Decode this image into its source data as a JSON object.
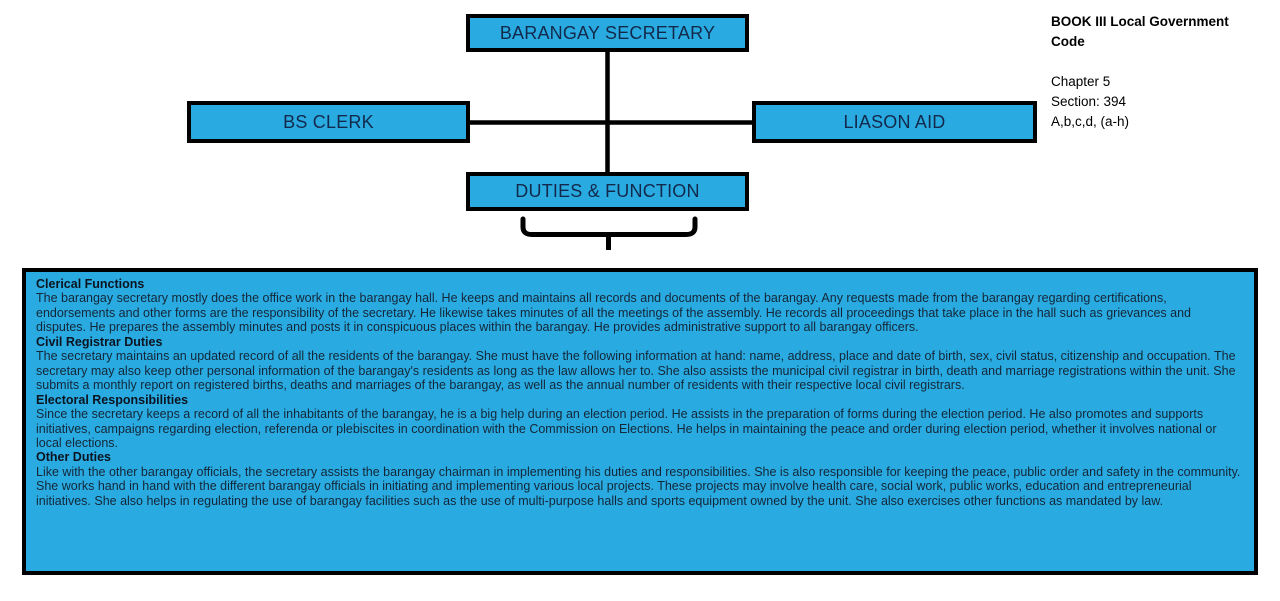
{
  "colors": {
    "box_fill": "#29abe2",
    "box_border": "#000000",
    "node_text": "#13294b",
    "body_text": "#142637"
  },
  "diagram": {
    "nodes": {
      "secretary": {
        "label": "BARANGAY SECRETARY"
      },
      "clerk": {
        "label": "BS CLERK"
      },
      "liason": {
        "label": "LIASON AID"
      },
      "duties": {
        "label": "DUTIES & FUNCTION"
      }
    }
  },
  "reference": {
    "title": "BOOK III  Local Government Code",
    "lines": {
      "chapter": "Chapter 5",
      "section": "Section: 394",
      "items": "A,b,c,d,  (a-h)"
    }
  },
  "details": {
    "sections": [
      {
        "heading": "Clerical Functions",
        "body": "The barangay secretary mostly does the office work in the barangay hall. He keeps and maintains all records and documents of the barangay. Any requests made from the barangay regarding certifications, endorsements and other forms are the responsibility of the secretary. He likewise takes minutes of all the meetings of the assembly. He records all proceedings that take place in the hall such as grievances and disputes. He prepares the assembly minutes and posts it in conspicuous places within the barangay. He provides administrative support to all barangay officers."
      },
      {
        "heading": "Civil Registrar Duties",
        "body": "The secretary maintains an updated record of all the residents of the barangay. She must have the following information at hand: name, address, place and date of birth, sex, civil status, citizenship and occupation. The secretary may also keep other personal information of the barangay's residents as long as the law allows her to. She also assists the municipal civil registrar in birth, death and marriage registrations within the unit. She submits a monthly report on registered births, deaths and marriages of the barangay, as well as the annual number of residents with their respective local civil registrars."
      },
      {
        "heading": "Electoral Responsibilities",
        "body": "Since the secretary keeps a record of all the inhabitants of the barangay, he is a big help during an election period. He assists in the preparation of forms during the election period. He also promotes and supports initiatives, campaigns regarding election, referenda or plebiscites in coordination with the Commission on Elections. He helps in maintaining the peace and order during election period, whether it involves national or local elections."
      },
      {
        "heading": "Other Duties",
        "body": "Like with the other barangay officials, the secretary assists the barangay chairman in implementing his duties and responsibilities. She is also responsible for keeping the peace, public order and safety in the community. She works hand in hand with the different barangay officials in initiating and implementing various local projects. These projects may involve health care, social work, public works, education and entrepreneurial initiatives. She also helps in regulating the use of barangay facilities such as the use of multi-purpose halls and sports equipment owned by the unit. She also exercises other functions as mandated by law."
      }
    ]
  }
}
